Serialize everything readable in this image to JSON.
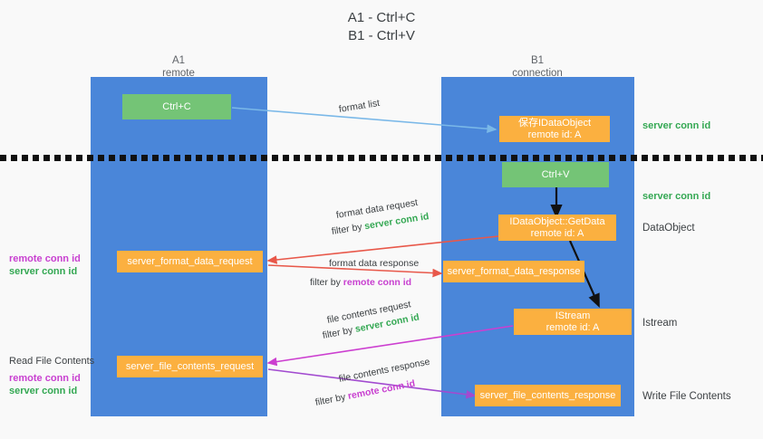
{
  "title": {
    "line1": "A1 - Ctrl+C",
    "line2": "B1 - Ctrl+V"
  },
  "columns": [
    {
      "name": "A1",
      "sub": "remote"
    },
    {
      "name": "B1",
      "sub": "connection"
    }
  ],
  "nodes": {
    "ctrl_c": {
      "line1": "Ctrl+C",
      "line2": "",
      "color": "#74c476"
    },
    "save_ido": {
      "line1": "保存IDataObject",
      "line2": "remote id: A",
      "color": "#fbb040"
    },
    "ctrl_v": {
      "line1": "Ctrl+V",
      "line2": "",
      "color": "#74c476"
    },
    "getdata": {
      "line1": "IDataObject::GetData",
      "line2": "remote id: A",
      "color": "#fbb040"
    },
    "istream": {
      "line1": "IStream",
      "line2": "remote id: A",
      "color": "#fbb040"
    },
    "sfdreq": {
      "line1": "server_format_data_request",
      "line2": "",
      "color": "#fbb040"
    },
    "sfdresp": {
      "line1": "server_format_data_response",
      "line2": "",
      "color": "#fbb040"
    },
    "sfcreq": {
      "line1": "server_file_contents_request",
      "line2": "",
      "color": "#fbb040"
    },
    "sfcresp": {
      "line1": "server_file_contents_response",
      "line2": "",
      "color": "#fbb040"
    }
  },
  "edges": {
    "format_list": "format list",
    "fdr_top": "format data request",
    "fdr_filter_pre": "filter by ",
    "fdr_filter_key": "server conn id",
    "fdresp_top": "format data response",
    "fdresp_filter_pre": "filter by ",
    "fdresp_filter_key": "remote conn id",
    "fcr_top": "file contents request",
    "fcr_filter_pre": "filter by ",
    "fcr_filter_key": "server conn id",
    "fcresp_top": "file contents response",
    "fcresp_filter_pre": "filter by ",
    "fcresp_filter_key": "remote conn id"
  },
  "right_labels": {
    "server_conn_id_1": "server conn id",
    "server_conn_id_2": "server conn id",
    "dataobject": "DataObject",
    "istream": "Istream",
    "write_file_contents": "Write File Contents"
  },
  "left_labels": {
    "remote_conn_id_1": "remote conn id",
    "server_conn_id_1": "server conn id",
    "read_file_contents": "Read File Contents",
    "remote_conn_id_2": "remote conn id",
    "server_conn_id_2": "server conn id"
  },
  "colors": {
    "lane": "#4a86d9",
    "green_node": "#74c476",
    "orange_node": "#fbb040",
    "green_text": "#34a853",
    "purple_text": "#c840d0",
    "blue_arrow": "#7ab8e8",
    "red_arrow": "#e8584a",
    "magenta_arrow": "#cc3fd0",
    "purple_arrow": "#a24bd0",
    "black_arrow": "#111111",
    "background": "#f9f9f9"
  }
}
